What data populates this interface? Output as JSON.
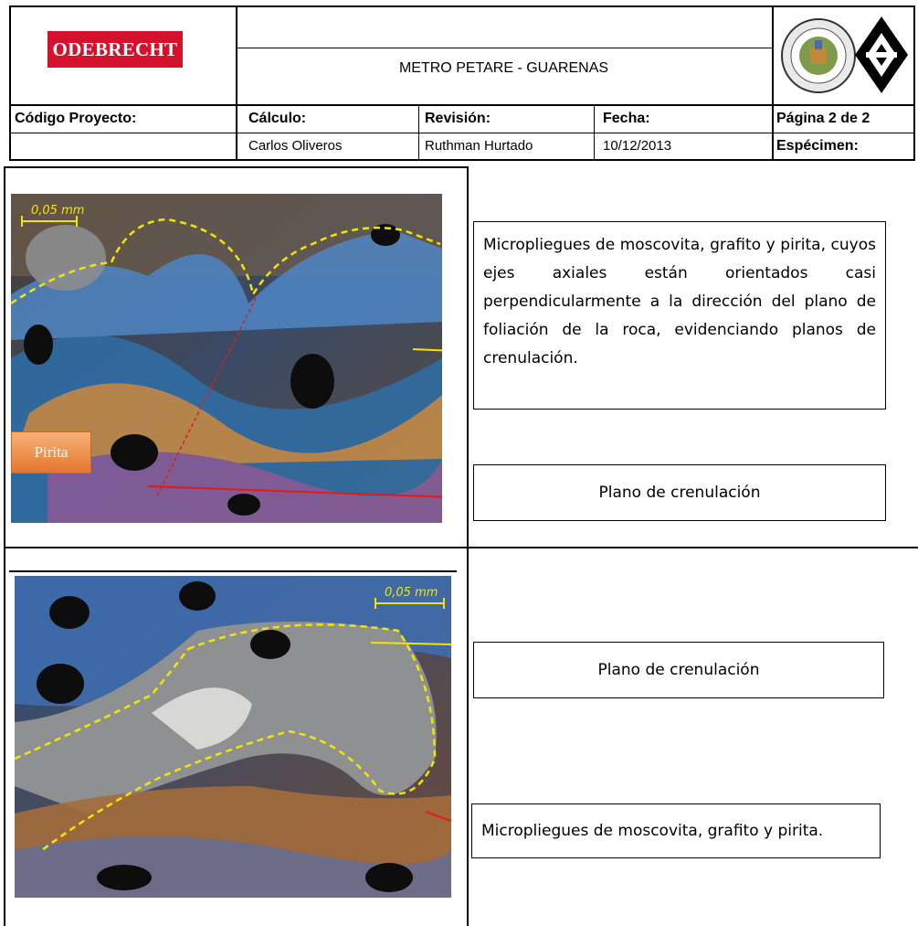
{
  "header": {
    "company_logo": "ODEBRECHT",
    "project_title": "METRO PETARE - GUARENAS",
    "labels": {
      "codigo": "Código Proyecto:",
      "calculo": "Cálculo:",
      "revision": "Revisión:",
      "fecha": "Fecha:",
      "pagina": "Página 2 de 2",
      "especimen": "Espécimen:"
    },
    "values": {
      "calculo": "Carlos Oliveros",
      "revision": "Ruthman Hurtado",
      "fecha": "10/12/2013"
    }
  },
  "panel1": {
    "scale": "0,05 mm",
    "pirita_label": "Pirita",
    "description": "Micropliegues de moscovita, grafito y pirita, cuyos ejes axiales están orientados casi perpendicularmente a la dirección del plano de foliación de la roca, evidenciando planos de crenulación.",
    "label": "Plano de crenulación"
  },
  "panel2": {
    "scale": "0,05 mm",
    "label_top": "Plano de crenulación",
    "label_bottom": "Micropliegues de moscovita, grafito y pirita."
  },
  "colors": {
    "brand_red": "#d6112c",
    "annotation_yellow": "#f2e600",
    "annotation_red": "#e01b1b",
    "pirita_orange": "#ec8a45"
  }
}
